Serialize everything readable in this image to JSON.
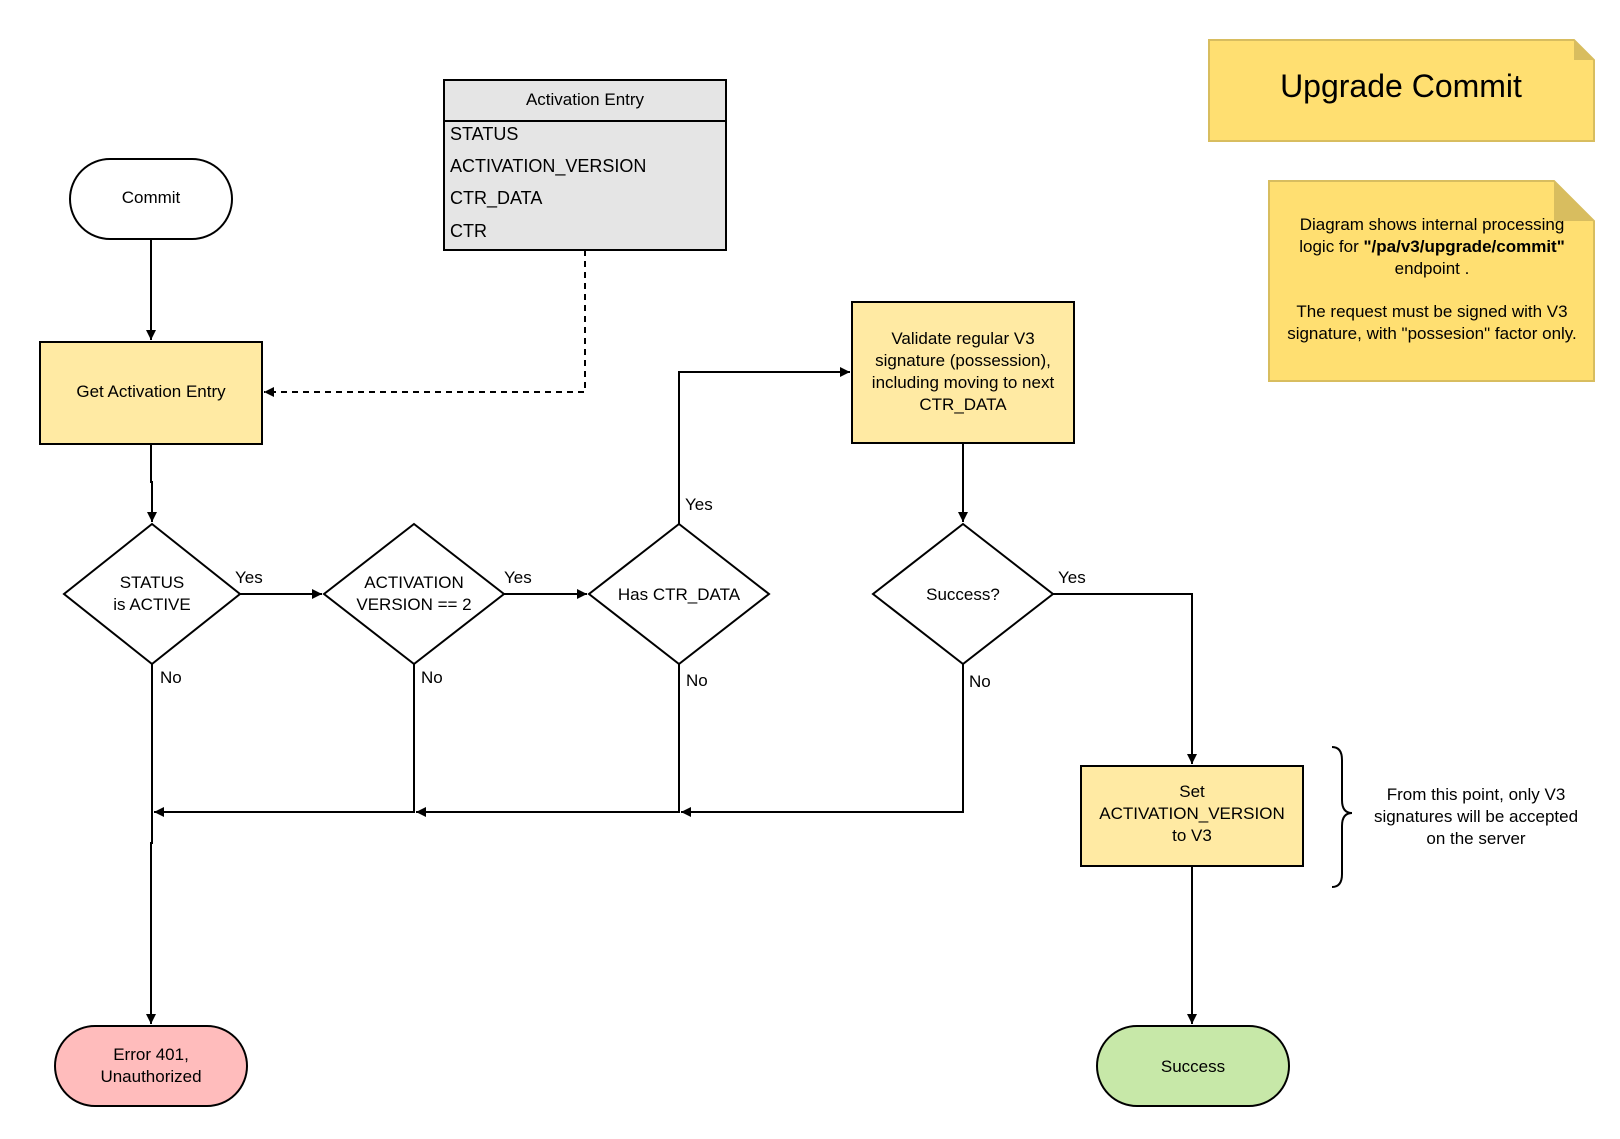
{
  "title": "Upgrade Commit",
  "description_note": {
    "line1": "Diagram shows internal processing",
    "line2_prefix": "logic for ",
    "line2_bold": "\"/pa/v3/upgrade/commit\"",
    "line3": "endpoint .",
    "line4": "The request must be signed with V3",
    "line5": "signature, with \"possesion\" factor only."
  },
  "entity": {
    "header": "Activation Entry",
    "fields": [
      "STATUS",
      "ACTIVATION_VERSION",
      "CTR_DATA",
      "CTR"
    ]
  },
  "nodes": {
    "start": "Commit",
    "get_entry": "Get Activation Entry",
    "status_check": [
      "STATUS",
      "is ACTIVE"
    ],
    "version_check": [
      "ACTIVATION",
      "VERSION == 2"
    ],
    "ctr_check": "Has CTR_DATA",
    "validate": [
      "Validate regular V3",
      "signature (possession),",
      "including moving to next",
      "CTR_DATA"
    ],
    "success_check": "Success?",
    "set_version": [
      "Set",
      "ACTIVATION_VERSION",
      "to V3"
    ],
    "error": [
      "Error 401,",
      "Unauthorized"
    ],
    "success": "Success"
  },
  "edge_labels": {
    "status_yes": "Yes",
    "status_no": "No",
    "version_yes": "Yes",
    "version_no": "No",
    "ctr_yes": "Yes",
    "ctr_no": "No",
    "success_yes": "Yes",
    "success_no": "No"
  },
  "side_note": [
    "From this point, only V3",
    "signatures will be accepted",
    "on the server"
  ]
}
